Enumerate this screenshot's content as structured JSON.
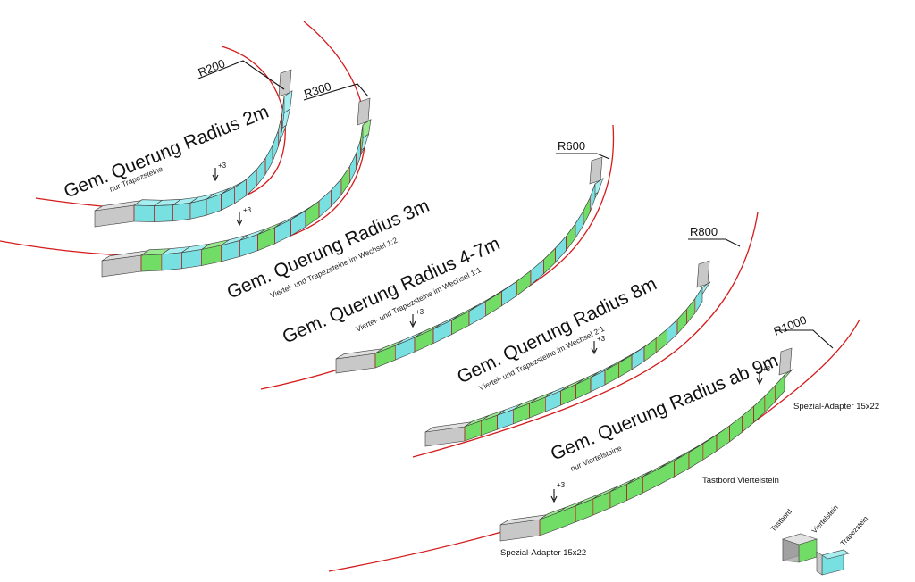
{
  "colors": {
    "green": "#72dd66",
    "green_side": "#53b84a",
    "green_top": "#9ae88f",
    "cyan": "#79e0e2",
    "cyan_side": "#4cb8c0",
    "cyan_top": "#a6eef0",
    "grey": "#c8c8c8",
    "grey_side": "#9a9a9a",
    "curve": "#d41b1b"
  },
  "arcs": [
    {
      "radius_label": "R200",
      "title": "Gem. Querung Radius 2m",
      "subtitle": "nur Trapezsteine",
      "pattern": "T",
      "offset_label": "+3"
    },
    {
      "radius_label": "R300",
      "title": "Gem. Querung Radius 3m",
      "subtitle": "Viertel- und Trapezsteine im Wechsel 1:2",
      "pattern": "VTT",
      "offset_label": "+3"
    },
    {
      "radius_label": "R600",
      "title": "Gem. Querung Radius 4-7m",
      "subtitle": "Viertel- und Trapezsteine im Wechsel 1:1",
      "pattern": "VT",
      "offset_label": "+3"
    },
    {
      "radius_label": "R800",
      "title": "Gem. Querung Radius 8m",
      "subtitle": "Viertel- und Trapezsteine im Wechsel 2:1",
      "pattern": "VVT",
      "offset_label": "+3"
    },
    {
      "radius_label": "R1000",
      "title": "Gem. Querung Radius ab 9m",
      "subtitle": "nur Viertelsteine",
      "pattern": "V",
      "offset_label": "+3"
    }
  ],
  "annotations": {
    "adapter_top": "Spezial-Adapter 15x22",
    "adapter_bottom": "Spezial-Adapter 15x22",
    "tastbord": "Tastbord Viertelstein"
  },
  "legend": {
    "tastbord": "Tastbord",
    "viertelstein": "Viertelstein",
    "trapezstein": "Trapezstein"
  }
}
